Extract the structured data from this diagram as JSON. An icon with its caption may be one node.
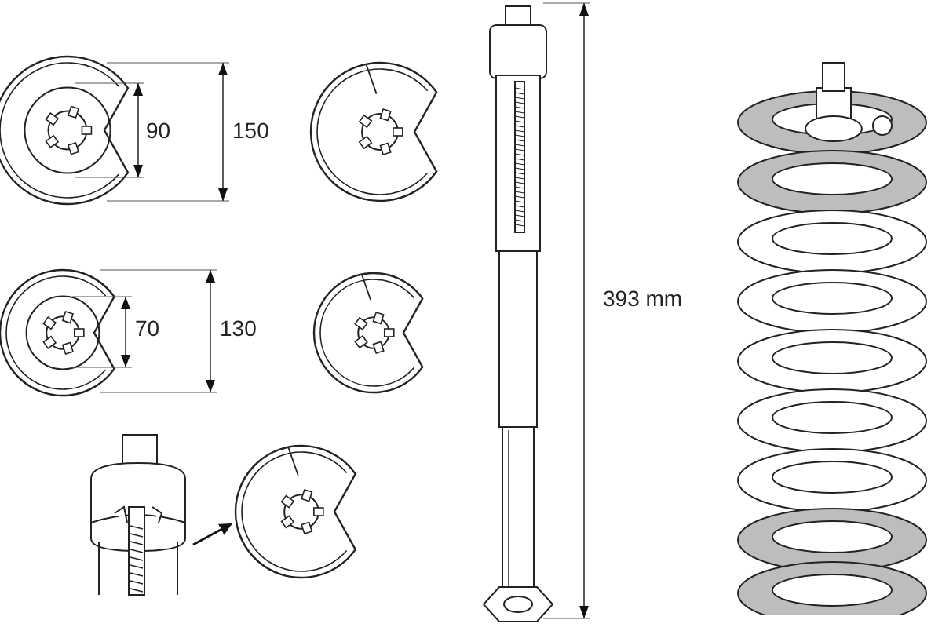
{
  "diagram": {
    "nodes": [
      {
        "text": [],
        "shape": "picture"
      },
      {
        "text": [],
        "shape": "picture"
      }
    ],
    "edges": [
      {
        "from": 0,
        "to": 1,
        "arrow": "to"
      }
    ],
    "labels": [
      "90",
      "150",
      "70",
      "130",
      "393 mm"
    ]
  }
}
